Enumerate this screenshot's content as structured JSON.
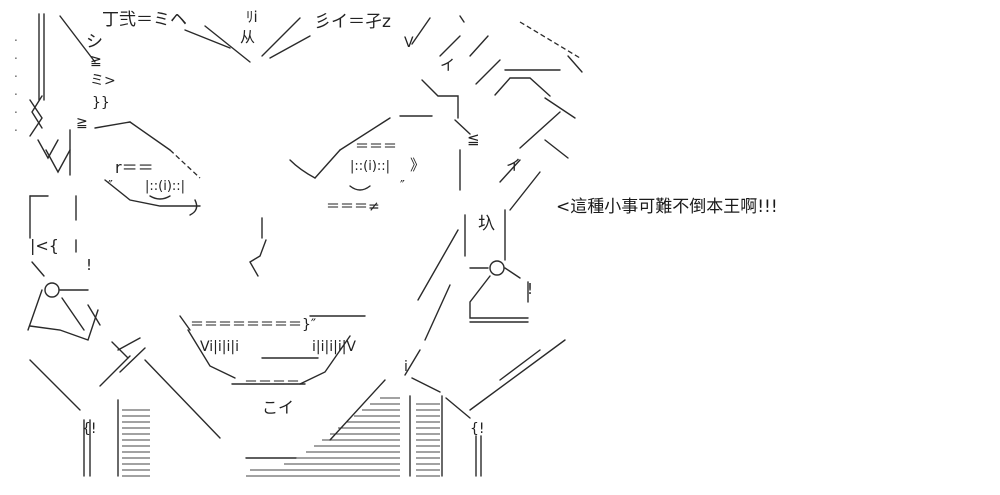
{
  "speech": {
    "text": "<這種小事可難不倒本王啊!!!"
  },
  "glyphs": {
    "top_left_kana": "丁弐＝ミヘ",
    "top_mid_bars": "ﾘi",
    "top_mid_mark": "从",
    "top_right_kana": "彡イ＝孑z",
    "top_right_v": "V",
    "left_shi": "シ",
    "left_geq": "≧",
    "left_mi": "ミ>",
    "left_close": "}}",
    "right_i": "イ",
    "eye_left_r": "r＝＝",
    "eye_left_iris": "|::(i)::|",
    "eye_left_quote": "″",
    "eye_right_mark": "＝＝＝",
    "eye_right_iris": "|::(i)::|",
    "eye_right_bracket": "》",
    "eye_right_quote": "″",
    "eye_right_under": "＝＝＝≠",
    "cheek_right_geq": "≦",
    "cheek_right_i": "イ",
    "earring_char": "圦",
    "left_ear_mark": "|<{",
    "left_ear_bang": "!",
    "mouth_top": "＝＝＝＝＝＝＝＝}″",
    "mouth_teeth_left": "Vi|i|i|i",
    "mouth_teeth_right": "i|i|i|i|V",
    "mouth_bottom": "＝＝＝＝",
    "chin_text": "こイ",
    "left_small_i": "i",
    "right_bang": "!",
    "right_neck_i": "{!"
  }
}
